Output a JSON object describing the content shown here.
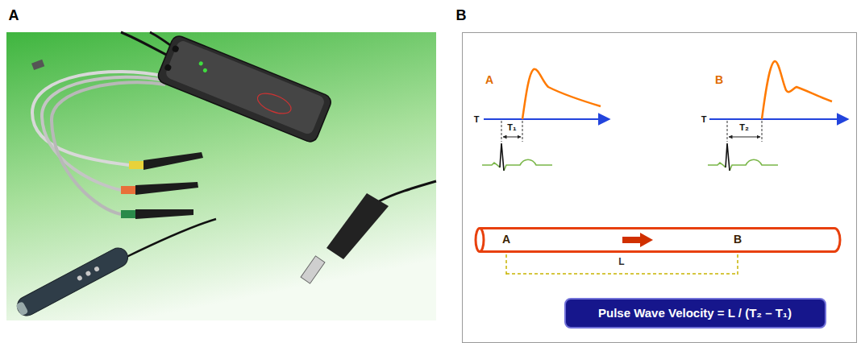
{
  "diagram": {
    "nodes": [
      {
        "text": [
          "A",
          "B"
        ]
      },
      {
        "text": [
          "Pulse Wave Velocity = L / (T₂ – T₁)"
        ]
      }
    ],
    "labels": [
      "A",
      "B",
      "A",
      "T",
      "T₁",
      "B",
      "T",
      "T₂",
      "L"
    ]
  }
}
